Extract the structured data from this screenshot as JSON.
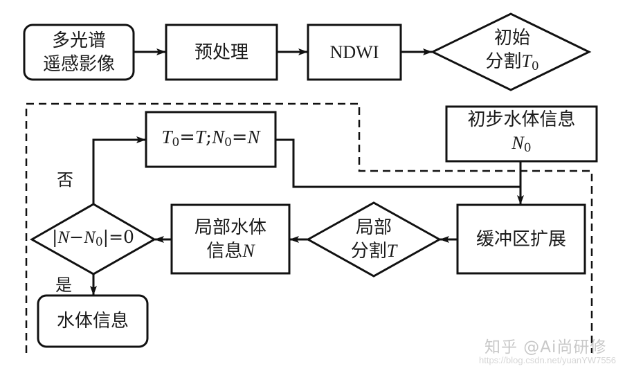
{
  "diagram": {
    "nodes": {
      "input": {
        "line1": "多光谱",
        "line2": "遥感影像",
        "shape": "rounded-rect"
      },
      "preprocess": {
        "label": "预处理",
        "shape": "rect"
      },
      "ndwi": {
        "label": "NDWI",
        "shape": "rect"
      },
      "initial_split": {
        "line1": "初始",
        "line2_text": "分割",
        "line2_var": "T",
        "line2_sub": "0",
        "shape": "diamond"
      },
      "initial_water": {
        "line1": "初步水体信息",
        "var": "N",
        "sub": "0",
        "shape": "rect"
      },
      "assign": {
        "t0": "T",
        "t0_sub": "0",
        "eq1": "=",
        "t": "T",
        "sep": ";",
        "n0": "N",
        "n0_sub": "0",
        "eq2": "=",
        "n": "N",
        "shape": "rect"
      },
      "buffer": {
        "label": "缓冲区扩展",
        "shape": "rect"
      },
      "local_split": {
        "line1": "局部",
        "line2_text": "分割",
        "line2_var": "T",
        "shape": "diamond"
      },
      "local_water": {
        "line1": "局部水体",
        "line2_text": "信息",
        "line2_var": "N",
        "shape": "rect"
      },
      "check": {
        "bar1": "|",
        "n": "N",
        "minus": "−",
        "n0": "N",
        "n0_sub": "0",
        "bar2": "|",
        "rest": "=0",
        "shape": "diamond"
      },
      "output": {
        "label": "水体信息",
        "shape": "rounded-rect"
      }
    },
    "edge_labels": {
      "no": "否",
      "yes": "是"
    },
    "edges": [
      [
        "input",
        "preprocess"
      ],
      [
        "preprocess",
        "ndwi"
      ],
      [
        "ndwi",
        "initial_split"
      ],
      [
        "initial_water",
        "buffer"
      ],
      [
        "assign",
        "buffer"
      ],
      [
        "buffer",
        "local_split"
      ],
      [
        "local_split",
        "local_water"
      ],
      [
        "local_water",
        "check"
      ],
      [
        "check",
        "output",
        "是"
      ],
      [
        "check",
        "assign",
        "否"
      ]
    ]
  },
  "watermark": {
    "line1": "知乎 @Ai尚研修",
    "line2": "https://blog.csdn.net/yuanYW7556"
  }
}
